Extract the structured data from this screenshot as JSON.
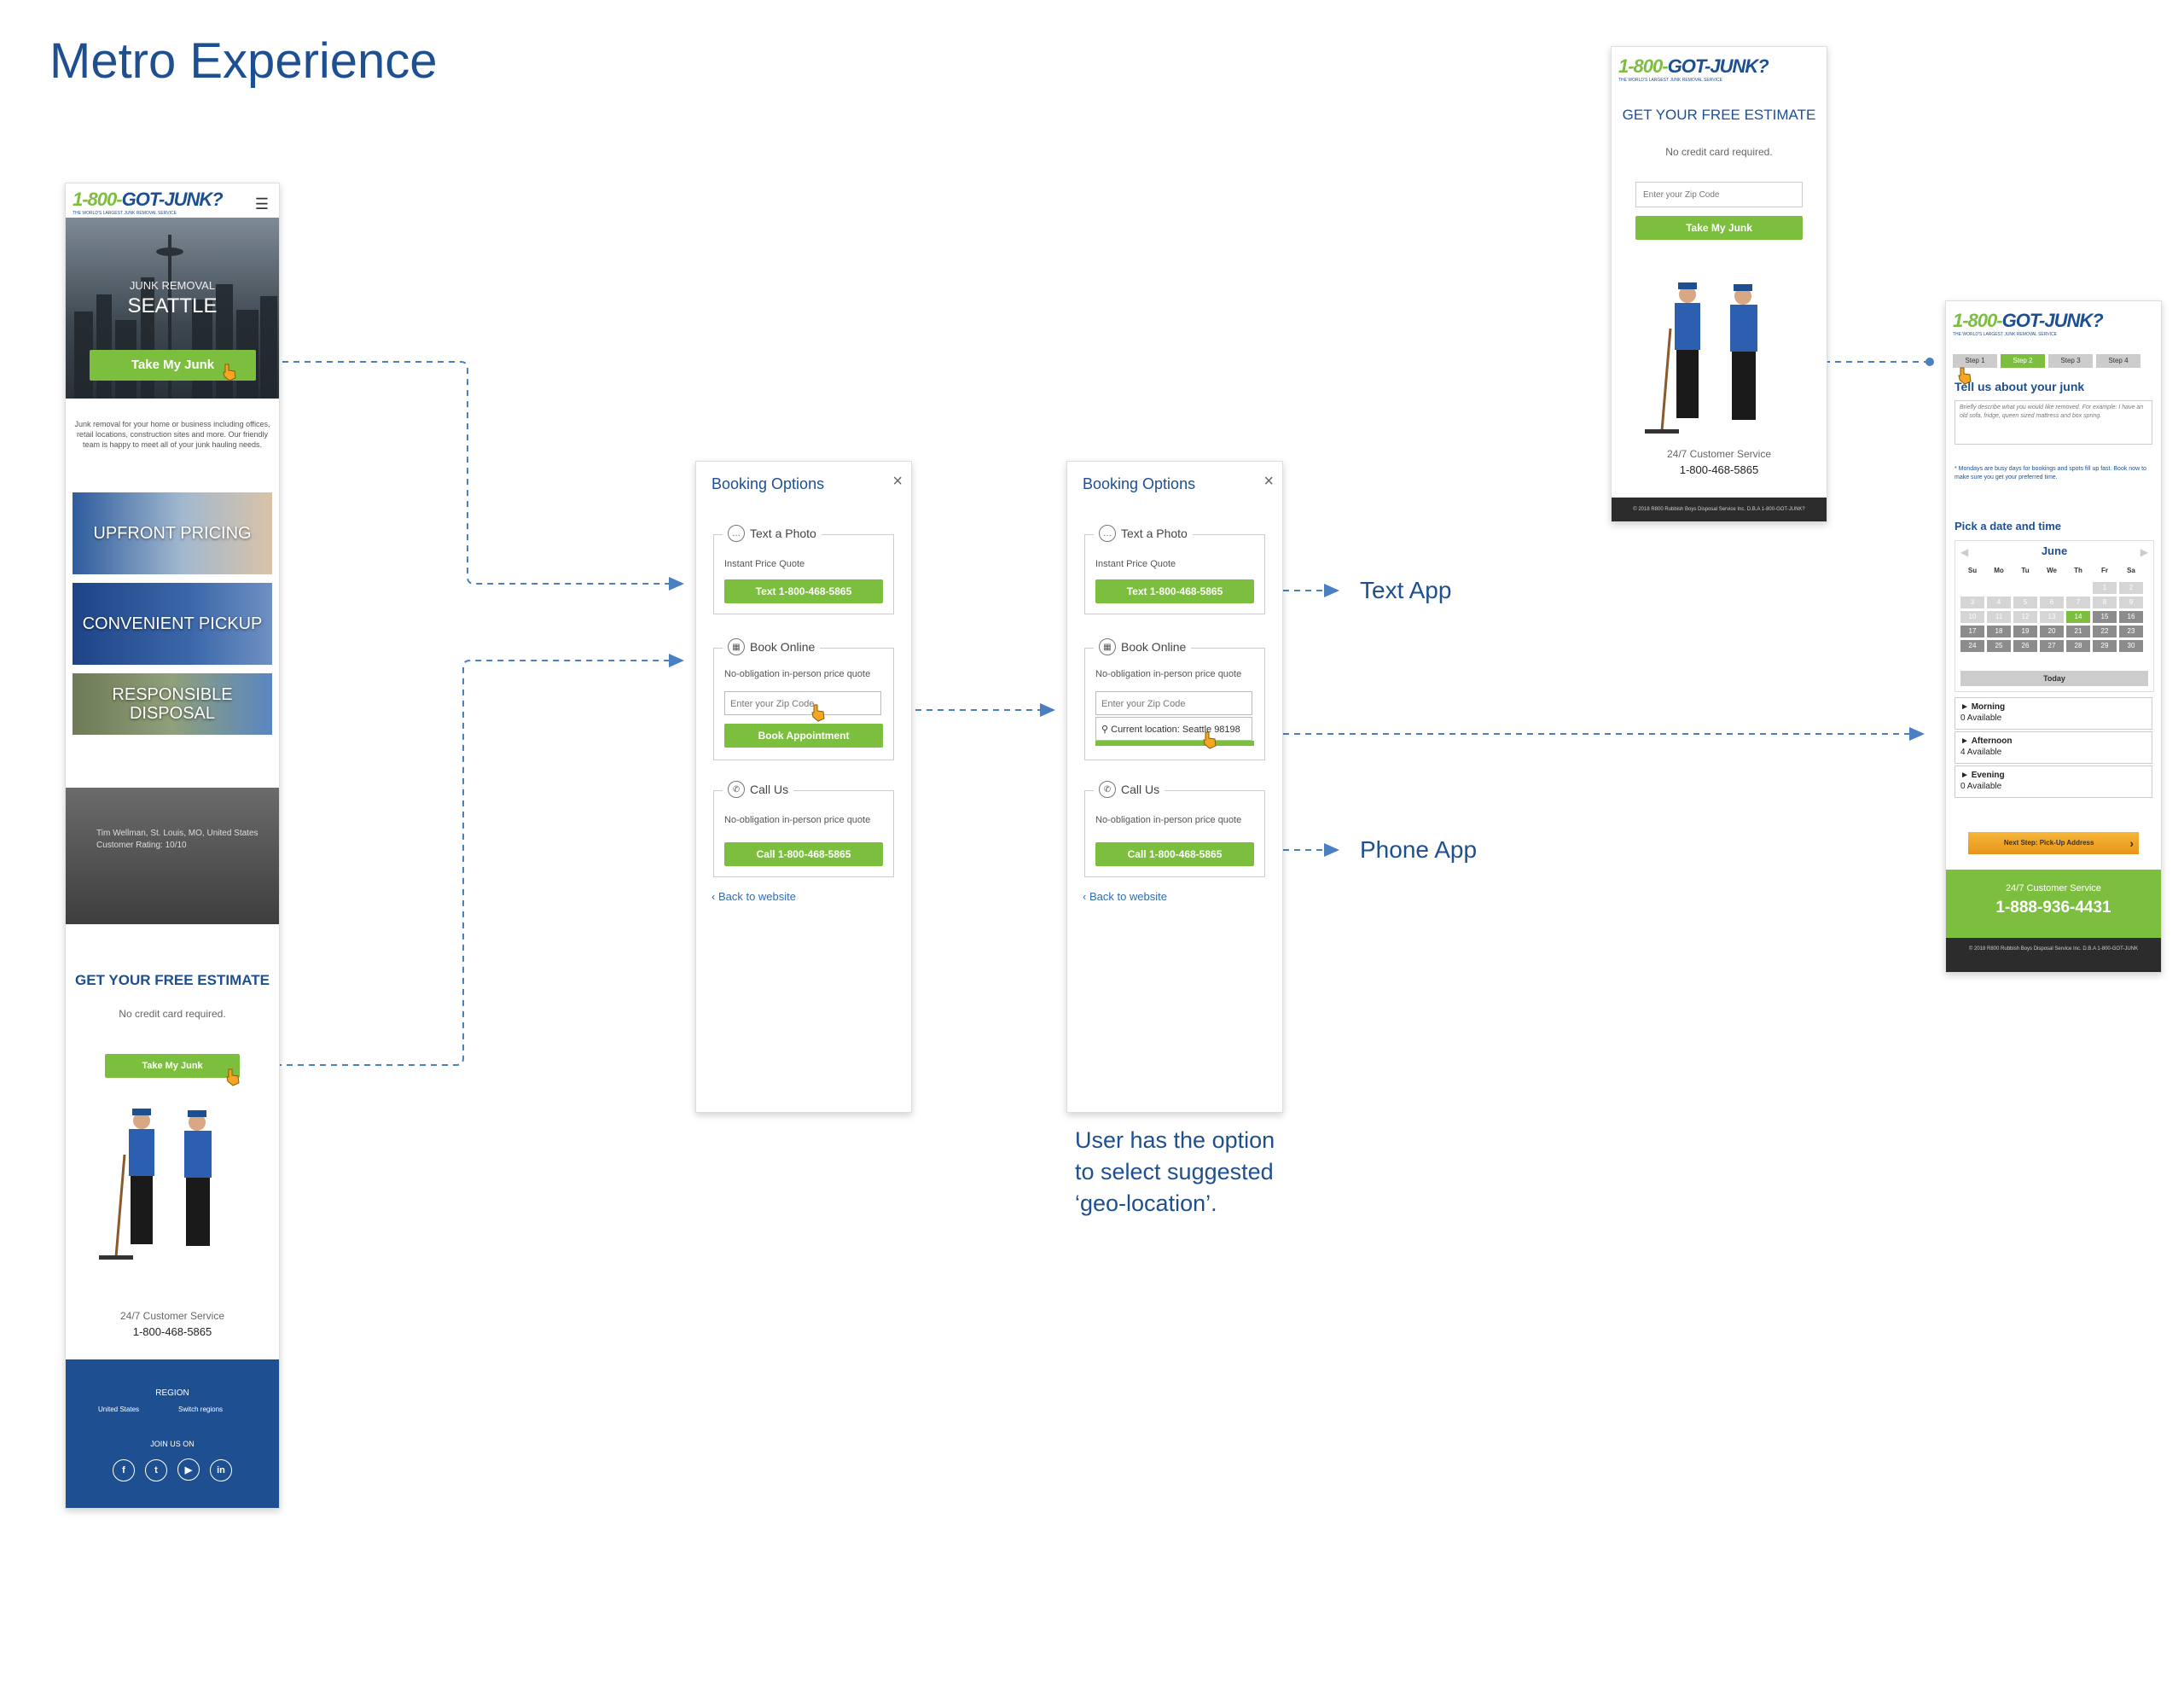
{
  "page_title": "Metro Experience",
  "brand": {
    "logo_part1": "1-800-",
    "logo_part2": "GOT-JUNK?",
    "tagline": "THE WORLD'S LARGEST JUNK REMOVAL SERVICE",
    "green": "#7cbf3f",
    "navy": "#1d4f91"
  },
  "metro_page": {
    "hero_small": "JUNK REMOVAL",
    "hero_city": "SEATTLE",
    "hero_button": "Take My Junk",
    "intro": "Junk removal for your home or business including offices, retail locations, construction sites and more. Our friendly team is happy to meet all of your junk hauling needs.",
    "tiles": [
      "UPFRONT PRICING",
      "CONVENIENT PICKUP",
      "RESPONSIBLE DISPOSAL"
    ],
    "review_name": "Tim Wellman, St. Louis, MO, United States",
    "review_rating": "Customer Rating: 10/10",
    "estimate_title": "GET YOUR FREE ESTIMATE",
    "estimate_sub": "No credit card required.",
    "estimate_button": "Take My Junk",
    "service_label": "24/7 Customer Service",
    "service_phone": "1-800-468-5865",
    "footer_region": "REGION",
    "footer_country": "United States",
    "footer_switch": "Switch regions",
    "footer_join": "JOIN US ON"
  },
  "booking": {
    "title": "Booking Options",
    "close": "×",
    "text_photo": "Text a Photo",
    "text_sub": "Instant Price Quote",
    "text_button": "Text 1-800-468-5865",
    "book_online": "Book Online",
    "book_sub": "No-obligation in-person price quote",
    "zip_placeholder": "Enter your Zip Code",
    "book_button": "Book Appointment",
    "geo_suggestion": "Current location: Seattle 98198",
    "call_us": "Call Us",
    "call_sub": "No-obligation in-person price quote",
    "call_button": "Call 1-800-468-5865",
    "back": "Back to website"
  },
  "labels": {
    "text_app": "Text App",
    "phone_app": "Phone App"
  },
  "caption": [
    "User has the option",
    "to select suggested",
    "‘geo-location’."
  ],
  "estimate_page": {
    "title": "GET YOUR FREE ESTIMATE",
    "sub": "No credit card required.",
    "zip_placeholder": "Enter your Zip Code",
    "button": "Take My Junk",
    "service_label": "24/7 Customer Service",
    "service_phone": "1-800-468-5865",
    "copyright": "© 2018 R800 Rubbish Boys Disposal Service Inc. D.B.A 1-800-GOT-JUNK?"
  },
  "booking_page": {
    "steps": [
      "Step 1",
      "Step 2",
      "Step 3",
      "Step 4"
    ],
    "heading": "Tell us about your junk",
    "desc_placeholder": "Briefly describe what you would like removed. For example: I have an old sofa, fridge, queen sized mattress and box spring.",
    "note": "* Mondays are busy days for bookings and spots fill up fast. Book now to make sure you get your preferred time.",
    "pick_label": "Pick a date and time",
    "month": "June",
    "weekdays": [
      "Su",
      "Mo",
      "Tu",
      "We",
      "Th",
      "Fr",
      "Sa"
    ],
    "days": [
      "",
      "",
      "",
      "",
      "",
      "1",
      "2",
      "3",
      "4",
      "5",
      "6",
      "7",
      "8",
      "9",
      "10",
      "11",
      "12",
      "13",
      "14",
      "15",
      "16",
      "17",
      "18",
      "19",
      "20",
      "21",
      "22",
      "23",
      "24",
      "25",
      "26",
      "27",
      "28",
      "29",
      "30"
    ],
    "selected_day": "14",
    "today": "Today",
    "slots": [
      {
        "name": "Morning",
        "avail": "0 Available"
      },
      {
        "name": "Afternoon",
        "avail": "4 Available"
      },
      {
        "name": "Evening",
        "avail": "0 Available"
      }
    ],
    "next_button": "Next Step: Pick-Up Address",
    "service_label": "24/7 Customer Service",
    "service_phone": "1-888-936-4431",
    "copyright": "© 2018 R800 Rubbish Boys Disposal Service Inc. D.B.A 1-800-GOT-JUNK"
  }
}
